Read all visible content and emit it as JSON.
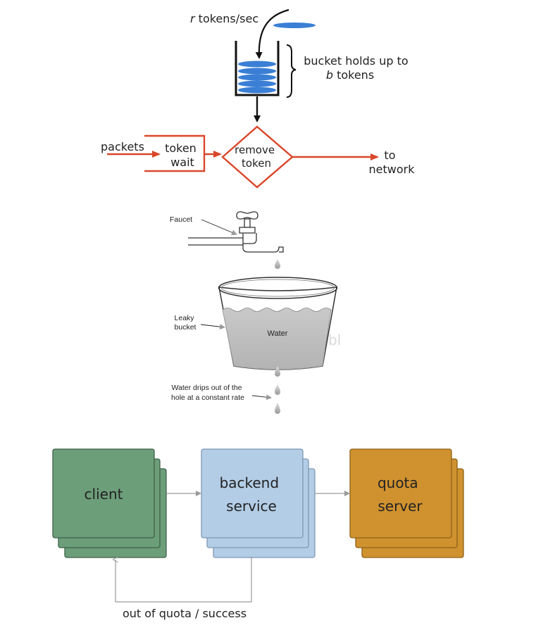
{
  "token_bucket": {
    "rate_var": "r",
    "rate_text": " tokens/sec",
    "holds_line1": "bucket holds up to",
    "holds_var": "b",
    "holds_line2": " tokens",
    "packets": "packets",
    "wait_line1": "token",
    "wait_line2": "wait",
    "remove_line1": "remove",
    "remove_line2": "token",
    "network_line1": "to",
    "network_line2": "network",
    "accent_color": "#d9472b",
    "token_color": "#3a7fd5"
  },
  "leaky_bucket": {
    "faucet": "Faucet",
    "bucket_line1": "Leaky",
    "bucket_line2": "bucket",
    "water": "Water",
    "drip_line1": "Water drips out of the",
    "drip_line2": "hole at a constant rate",
    "watermark": "bl"
  },
  "architecture": {
    "client": "client",
    "backend_line1": "backend",
    "backend_line2": "service",
    "quota_line1": "quota",
    "quota_line2": "server",
    "feedback": "out of quota / success",
    "client_color": "#6d9e7a",
    "backend_color": "#b3cde6",
    "quota_color": "#d0922f"
  }
}
